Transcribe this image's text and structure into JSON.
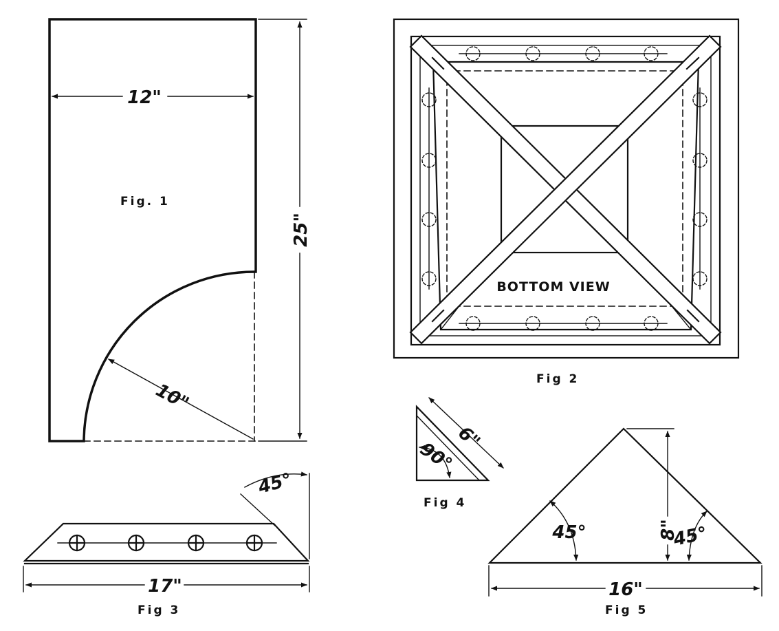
{
  "fig1": {
    "caption": "Fig. 1",
    "width_label": "12\"",
    "height_label": "25\"",
    "radius_label": "10\""
  },
  "fig2": {
    "caption": "Fig 2",
    "view_label": "Bottom View"
  },
  "fig3": {
    "caption": "Fig 3",
    "length_label": "17\"",
    "angle_label": "45°"
  },
  "fig4": {
    "caption": "Fig 4",
    "side_label": "6\"",
    "angle_label": "90°"
  },
  "fig5": {
    "caption": "Fig 5",
    "base_label": "16\"",
    "height_label": "8\"",
    "left_angle_label": "45°",
    "right_angle_label": "45°"
  },
  "colors": {
    "ink": "#111111",
    "paper": "#ffffff"
  }
}
